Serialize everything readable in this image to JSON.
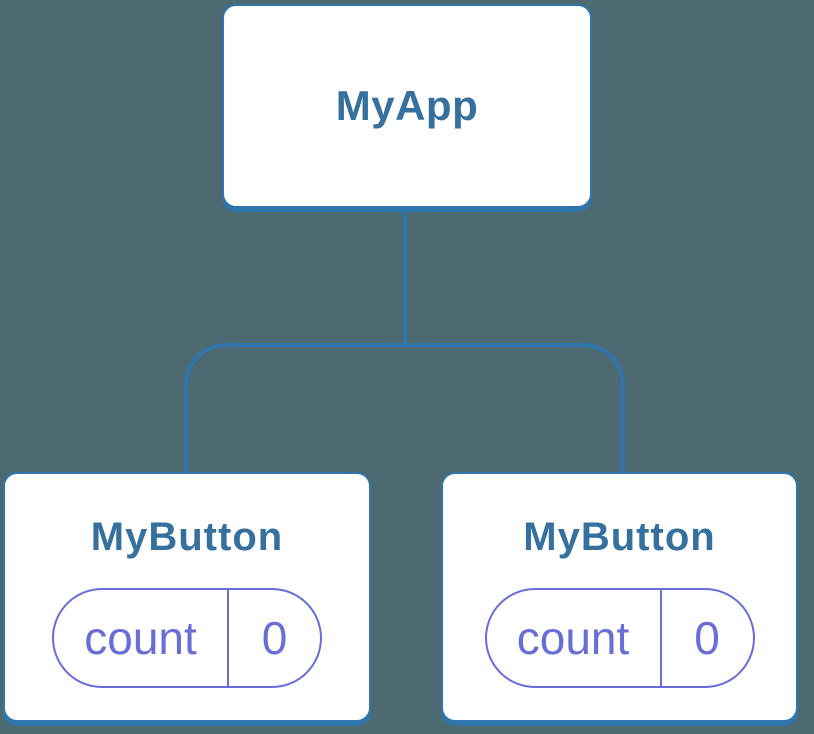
{
  "colors": {
    "background": "#4d6a73",
    "connector": "#2e76ab",
    "card_border": "#2e76ab",
    "card_background": "#ffffff",
    "card_title": "#35709e",
    "state_border": "#686dd7",
    "state_text": "#686dd7"
  },
  "tree": {
    "root": {
      "title": "MyApp"
    },
    "children": [
      {
        "title": "MyButton",
        "state": {
          "label": "count",
          "value": "0"
        }
      },
      {
        "title": "MyButton",
        "state": {
          "label": "count",
          "value": "0"
        }
      }
    ]
  }
}
